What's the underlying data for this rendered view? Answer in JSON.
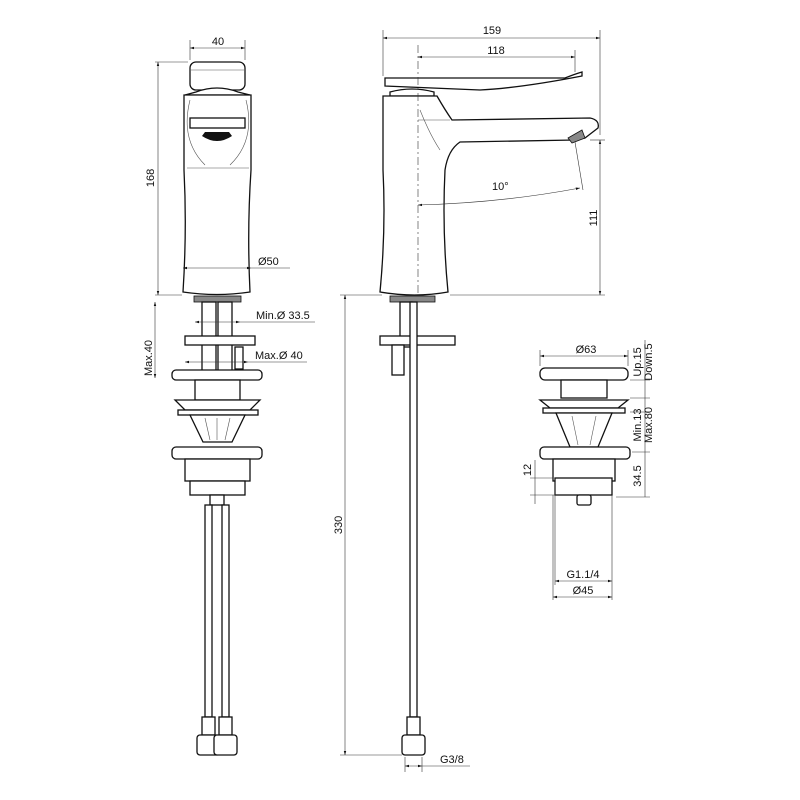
{
  "title": "Basin mixer technical drawing",
  "front_view": {
    "width_label": "40",
    "height_label": "168",
    "body_diameter_label": "Ø50",
    "min_hole_label": "Min.Ø 33.5",
    "max_hole_label": "Max.Ø 40",
    "max_thickness_label": "Max.40"
  },
  "side_view": {
    "overall_length_label": "159",
    "lever_length_label": "118",
    "angle_label": "10°",
    "spout_height_label": "111",
    "hose_length_label": "330",
    "connection_label": "G3/8"
  },
  "drain_view": {
    "cap_diameter_label": "Ø63",
    "stroke_up_label": "Up.15",
    "stroke_down_label": "Down.5",
    "min_thickness_label": "Min.13",
    "max_thickness_label": "Max.80",
    "thread_height_label": "12",
    "body_height_label": "34.5",
    "thread_label": "G1.1/4",
    "body_diameter_label": "Ø45"
  }
}
